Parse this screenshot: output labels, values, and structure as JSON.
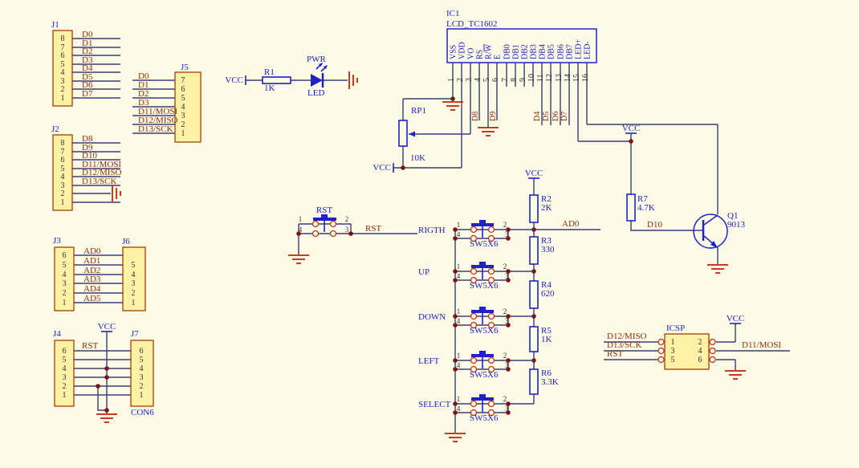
{
  "schematic": {
    "power_net": "VCC",
    "reset_net": "RST",
    "colors": {
      "background": "#FCFCE6",
      "wire": "#3B3B78",
      "symbol_blue": "#2121C8",
      "label_blue": "#1A1AC8",
      "net_label": "#8F2A0C",
      "ground_red": "#CC3A24",
      "junction_dot": "#7A1414",
      "contact_red": "#C23318",
      "component_fill": "#FFF2A6",
      "component_border": "#A04000",
      "pin_number": "#303030"
    }
  },
  "connectors": {
    "j1": {
      "ref": "J1",
      "pins": [
        "8",
        "7",
        "6",
        "5",
        "4",
        "3",
        "2",
        "1"
      ],
      "nets": [
        "D0",
        "D1",
        "D2",
        "D3",
        "D4",
        "D5",
        "D6",
        "D7"
      ]
    },
    "j2": {
      "ref": "J2",
      "pins": [
        "8",
        "7",
        "6",
        "5",
        "4",
        "3",
        "2",
        "1"
      ],
      "nets": [
        "D8",
        "D9",
        "D10",
        "D11/MOSI",
        "D12/MISO",
        "D13/SCK"
      ]
    },
    "j3": {
      "ref": "J3",
      "pins": [
        "6",
        "5",
        "4",
        "3",
        "2",
        "1"
      ],
      "nets": [
        "AD0",
        "AD1",
        "AD2",
        "AD3",
        "AD4",
        "AD5"
      ]
    },
    "j4": {
      "ref": "J4",
      "pins": [
        "6",
        "5",
        "4",
        "3",
        "2",
        "1"
      ]
    },
    "j5": {
      "ref": "J5",
      "pins": [
        "7",
        "6",
        "5",
        "4",
        "3",
        "2",
        "1"
      ],
      "nets": [
        "D0",
        "D1",
        "D2",
        "D3",
        "D11/MOSI",
        "D12/MISO",
        "D13/SCK"
      ]
    },
    "j6": {
      "ref": "J6",
      "pins": [
        "5",
        "4",
        "3",
        "2",
        "1"
      ]
    },
    "j7": {
      "ref": "J7",
      "pins": [
        "6",
        "5",
        "4",
        "3",
        "2",
        "1"
      ],
      "value": "CON6"
    }
  },
  "lcd": {
    "ref": "IC1",
    "value": "LCD_TC1602",
    "pin_numbers": [
      "1",
      "2",
      "3",
      "4",
      "5",
      "6",
      "7",
      "8",
      "9",
      "10",
      "11",
      "12",
      "13",
      "14",
      "15",
      "16"
    ],
    "pin_names": [
      "VSS",
      "VDD",
      "VO",
      "RS",
      "R/W",
      "E",
      "DB0",
      "DB1",
      "DB2",
      "DB3",
      "DB4",
      "DB5",
      "DB6",
      "DB7",
      "LED+",
      "LED-"
    ],
    "rw_prefix": "R/",
    "rw_overline": "W",
    "stub_nets": [
      "D8",
      "D9",
      "D4",
      "D5",
      "D6",
      "D7"
    ]
  },
  "power_led": {
    "res_ref": "R1",
    "res_value": "1K",
    "net": "PWR",
    "label": "LED"
  },
  "pot": {
    "ref": "RP1",
    "value": "10K"
  },
  "reset_button": {
    "ref": "RST",
    "pins": [
      "1",
      "2",
      "3",
      "4"
    ]
  },
  "keypad": {
    "buttons": [
      "RIGTH",
      "UP",
      "DOWN",
      "LEFT",
      "SELECT"
    ],
    "part": "SW5X6",
    "node_net": "AD0",
    "pins": [
      "1",
      "2",
      "3",
      "4"
    ],
    "resistors": [
      {
        "ref": "R2",
        "value": "2K"
      },
      {
        "ref": "R3",
        "value": "330"
      },
      {
        "ref": "R4",
        "value": "620"
      },
      {
        "ref": "R5",
        "value": "1K"
      },
      {
        "ref": "R6",
        "value": "3.3K"
      }
    ]
  },
  "backlight": {
    "res_ref": "R7",
    "res_value": "4.7K",
    "base_net": "D10",
    "q_ref": "Q1",
    "q_value": "9013"
  },
  "icsp": {
    "ref": "ICSP",
    "pins": [
      "1",
      "2",
      "3",
      "4",
      "5",
      "6"
    ],
    "left_nets": [
      "D12/MISO",
      "D13/SCK",
      "RST"
    ],
    "right_net": "D11/MOSI"
  }
}
